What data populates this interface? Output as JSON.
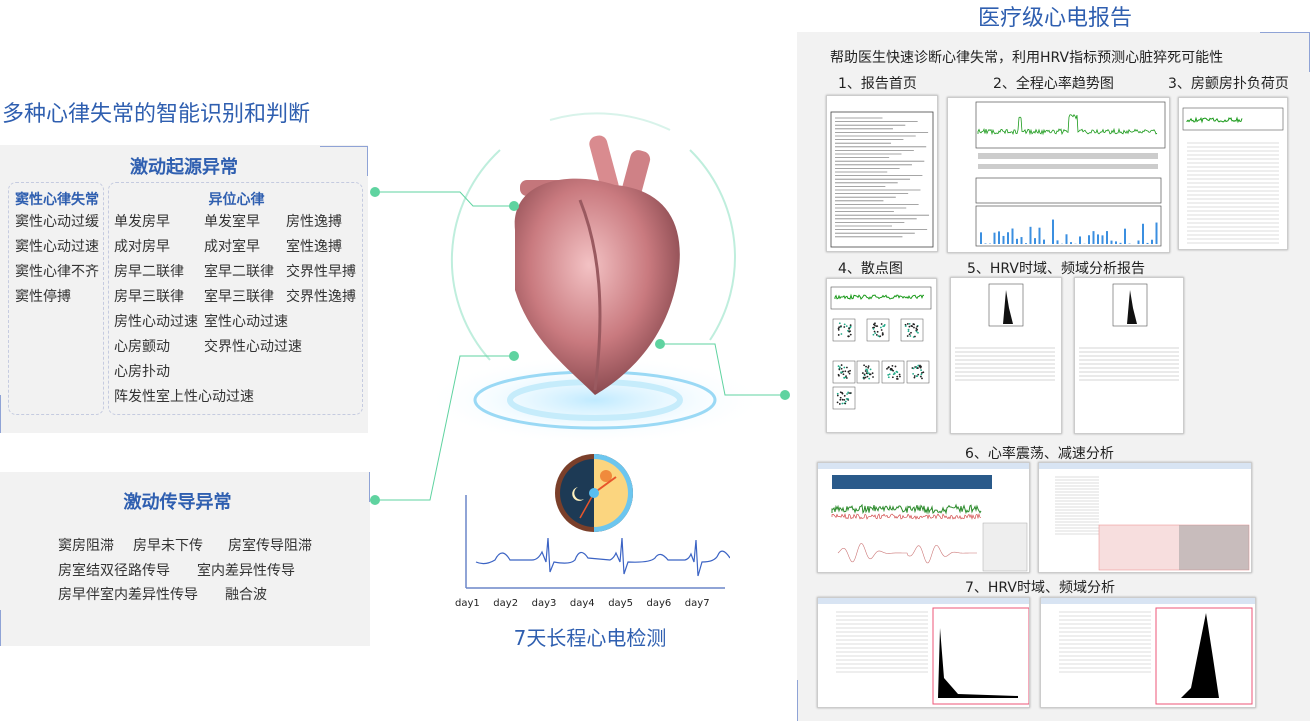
{
  "left": {
    "heading": "多种心律失常的智能识别和判断",
    "origin": {
      "title": "激动起源异常",
      "sinus": {
        "title": "窦性心律失常",
        "items": [
          "窦性心动过缓",
          "窦性心动过速",
          "窦性心律不齐",
          "窦性停搏"
        ]
      },
      "ectopic": {
        "title": "异位心律",
        "items": [
          "单发房早",
          "单发室早",
          "房性逸搏",
          "成对房早",
          "成对室早",
          "室性逸搏",
          "房早二联律",
          "室早二联律",
          "交界性早搏",
          "房早三联律",
          "室早三联律",
          "交界性逸搏",
          "房性心动过速",
          "室性心动过速",
          "心房颤动",
          "交界性心动过速",
          "心房扑动",
          "阵发性室上性心动过速"
        ]
      }
    },
    "conduction": {
      "title": "激动传导异常",
      "items": [
        "窦房阻滞",
        "房早未下传",
        "房室传导阻滞",
        "房室结双径路传导",
        "室内差异性传导",
        "房早伴室内差异性传导",
        "融合波"
      ]
    }
  },
  "center": {
    "days": [
      "day1",
      "day2",
      "day3",
      "day4",
      "day5",
      "day6",
      "day7"
    ],
    "title": "7天长程心电检测"
  },
  "right": {
    "heading": "医疗级心电报告",
    "subtitle": "帮助医生快速诊断心律失常，利用HRV指标预测心脏猝死可能性",
    "sections": [
      "1、报告首页",
      "2、全程心率趋势图",
      "3、房颤房扑负荷页",
      "4、散点图",
      "5、HRV时域、频域分析报告",
      "6、心率震荡、减速分析",
      "7、HRV时域、频域分析"
    ]
  },
  "colors": {
    "accent": "#2f5fb0",
    "connector": "#5fd3a0",
    "panel": "#f2f2f2"
  }
}
